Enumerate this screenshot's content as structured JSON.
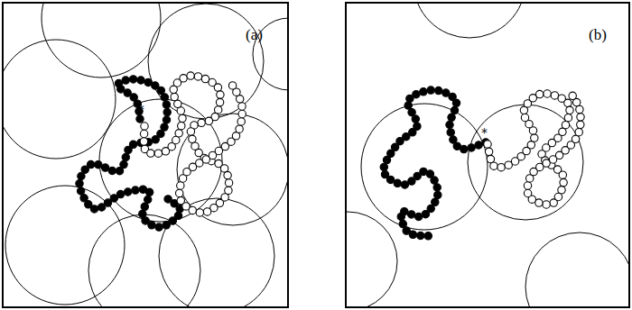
{
  "diagram": {
    "labels": [
      "(a)",
      "(b)",
      "*",
      "*"
    ]
  }
}
